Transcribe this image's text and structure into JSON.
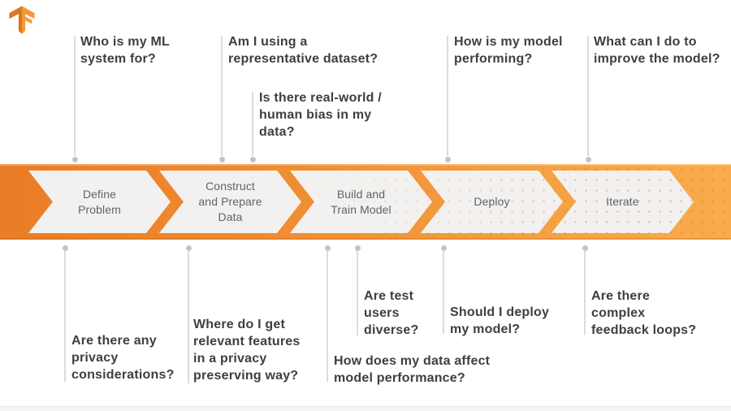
{
  "logo": {
    "label": "tensorflow-logo"
  },
  "colors": {
    "banner_left": "#ea7d27",
    "banner_right": "#f8ac4b",
    "chevron_fill": "#f2f1f0",
    "stage_text": "#5f6368",
    "question_text": "#3c4043",
    "connector": "#dcdcdc",
    "logo_dark": "#d97628",
    "logo_light": "#f29a38"
  },
  "pipeline": {
    "stages": [
      {
        "label": "Define\nProblem"
      },
      {
        "label": "Construct\nand Prepare\nData"
      },
      {
        "label": "Build and\nTrain Model"
      },
      {
        "label": "Deploy"
      },
      {
        "label": "Iterate"
      }
    ]
  },
  "questions": {
    "top": [
      {
        "text": "Who is my ML\nsystem for?"
      },
      {
        "text": "Am I using a\nrepresentative dataset?"
      },
      {
        "text": "Is there real-world /\nhuman bias in my\ndata?"
      },
      {
        "text": "How is my model\nperforming?"
      },
      {
        "text": "What can I do to\nimprove the model?"
      }
    ],
    "bottom": [
      {
        "text": "Are there any\nprivacy\nconsiderations?"
      },
      {
        "text": "Where do I get\nrelevant features\nin a privacy\npreserving way?"
      },
      {
        "text": "Are test\nusers\ndiverse?"
      },
      {
        "text": "Should I deploy\nmy model?"
      },
      {
        "text": "How does my data affect\nmodel performance?"
      },
      {
        "text": "Are there\ncomplex\nfeedback loops?"
      }
    ]
  }
}
